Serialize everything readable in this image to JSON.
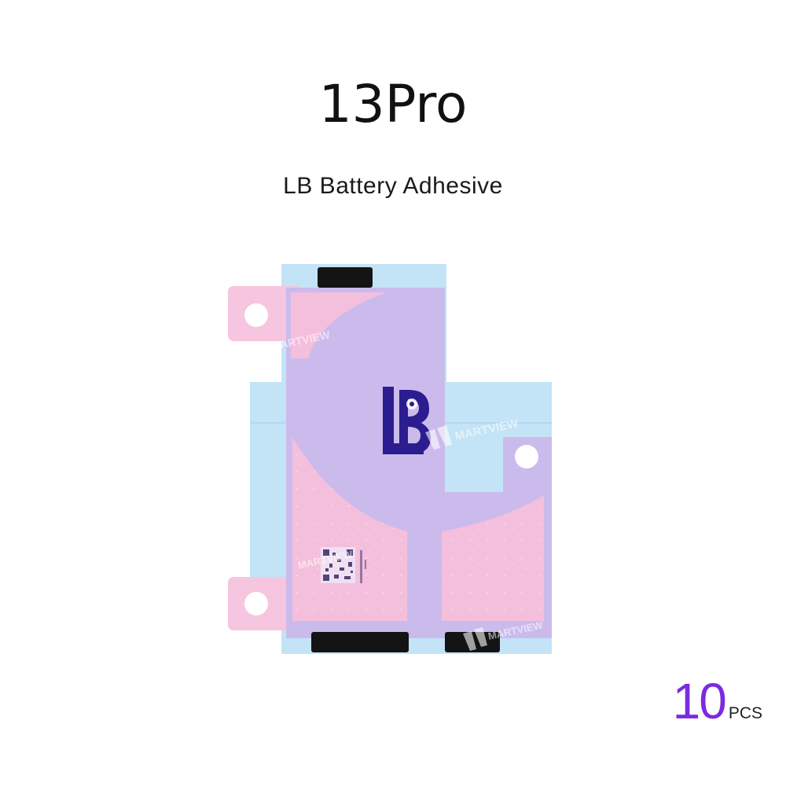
{
  "header": {
    "model": "13Pro",
    "product_name": "LB Battery Adhesive"
  },
  "product_image": {
    "logo_text": "LB",
    "watermarks": [
      "MARTVIEW",
      "MARTVIEW",
      "MARTVIEW",
      "MARTVIEW"
    ]
  },
  "quantity": {
    "number": "10",
    "unit": "PCS"
  },
  "colors": {
    "quantity_accent": "#7b2be0",
    "liner_blue": "#bfe0f5",
    "adhesive_pink": "#f4bfdc",
    "film_purple": "#c8b8ea",
    "logo_navy": "#2b1d8f"
  }
}
